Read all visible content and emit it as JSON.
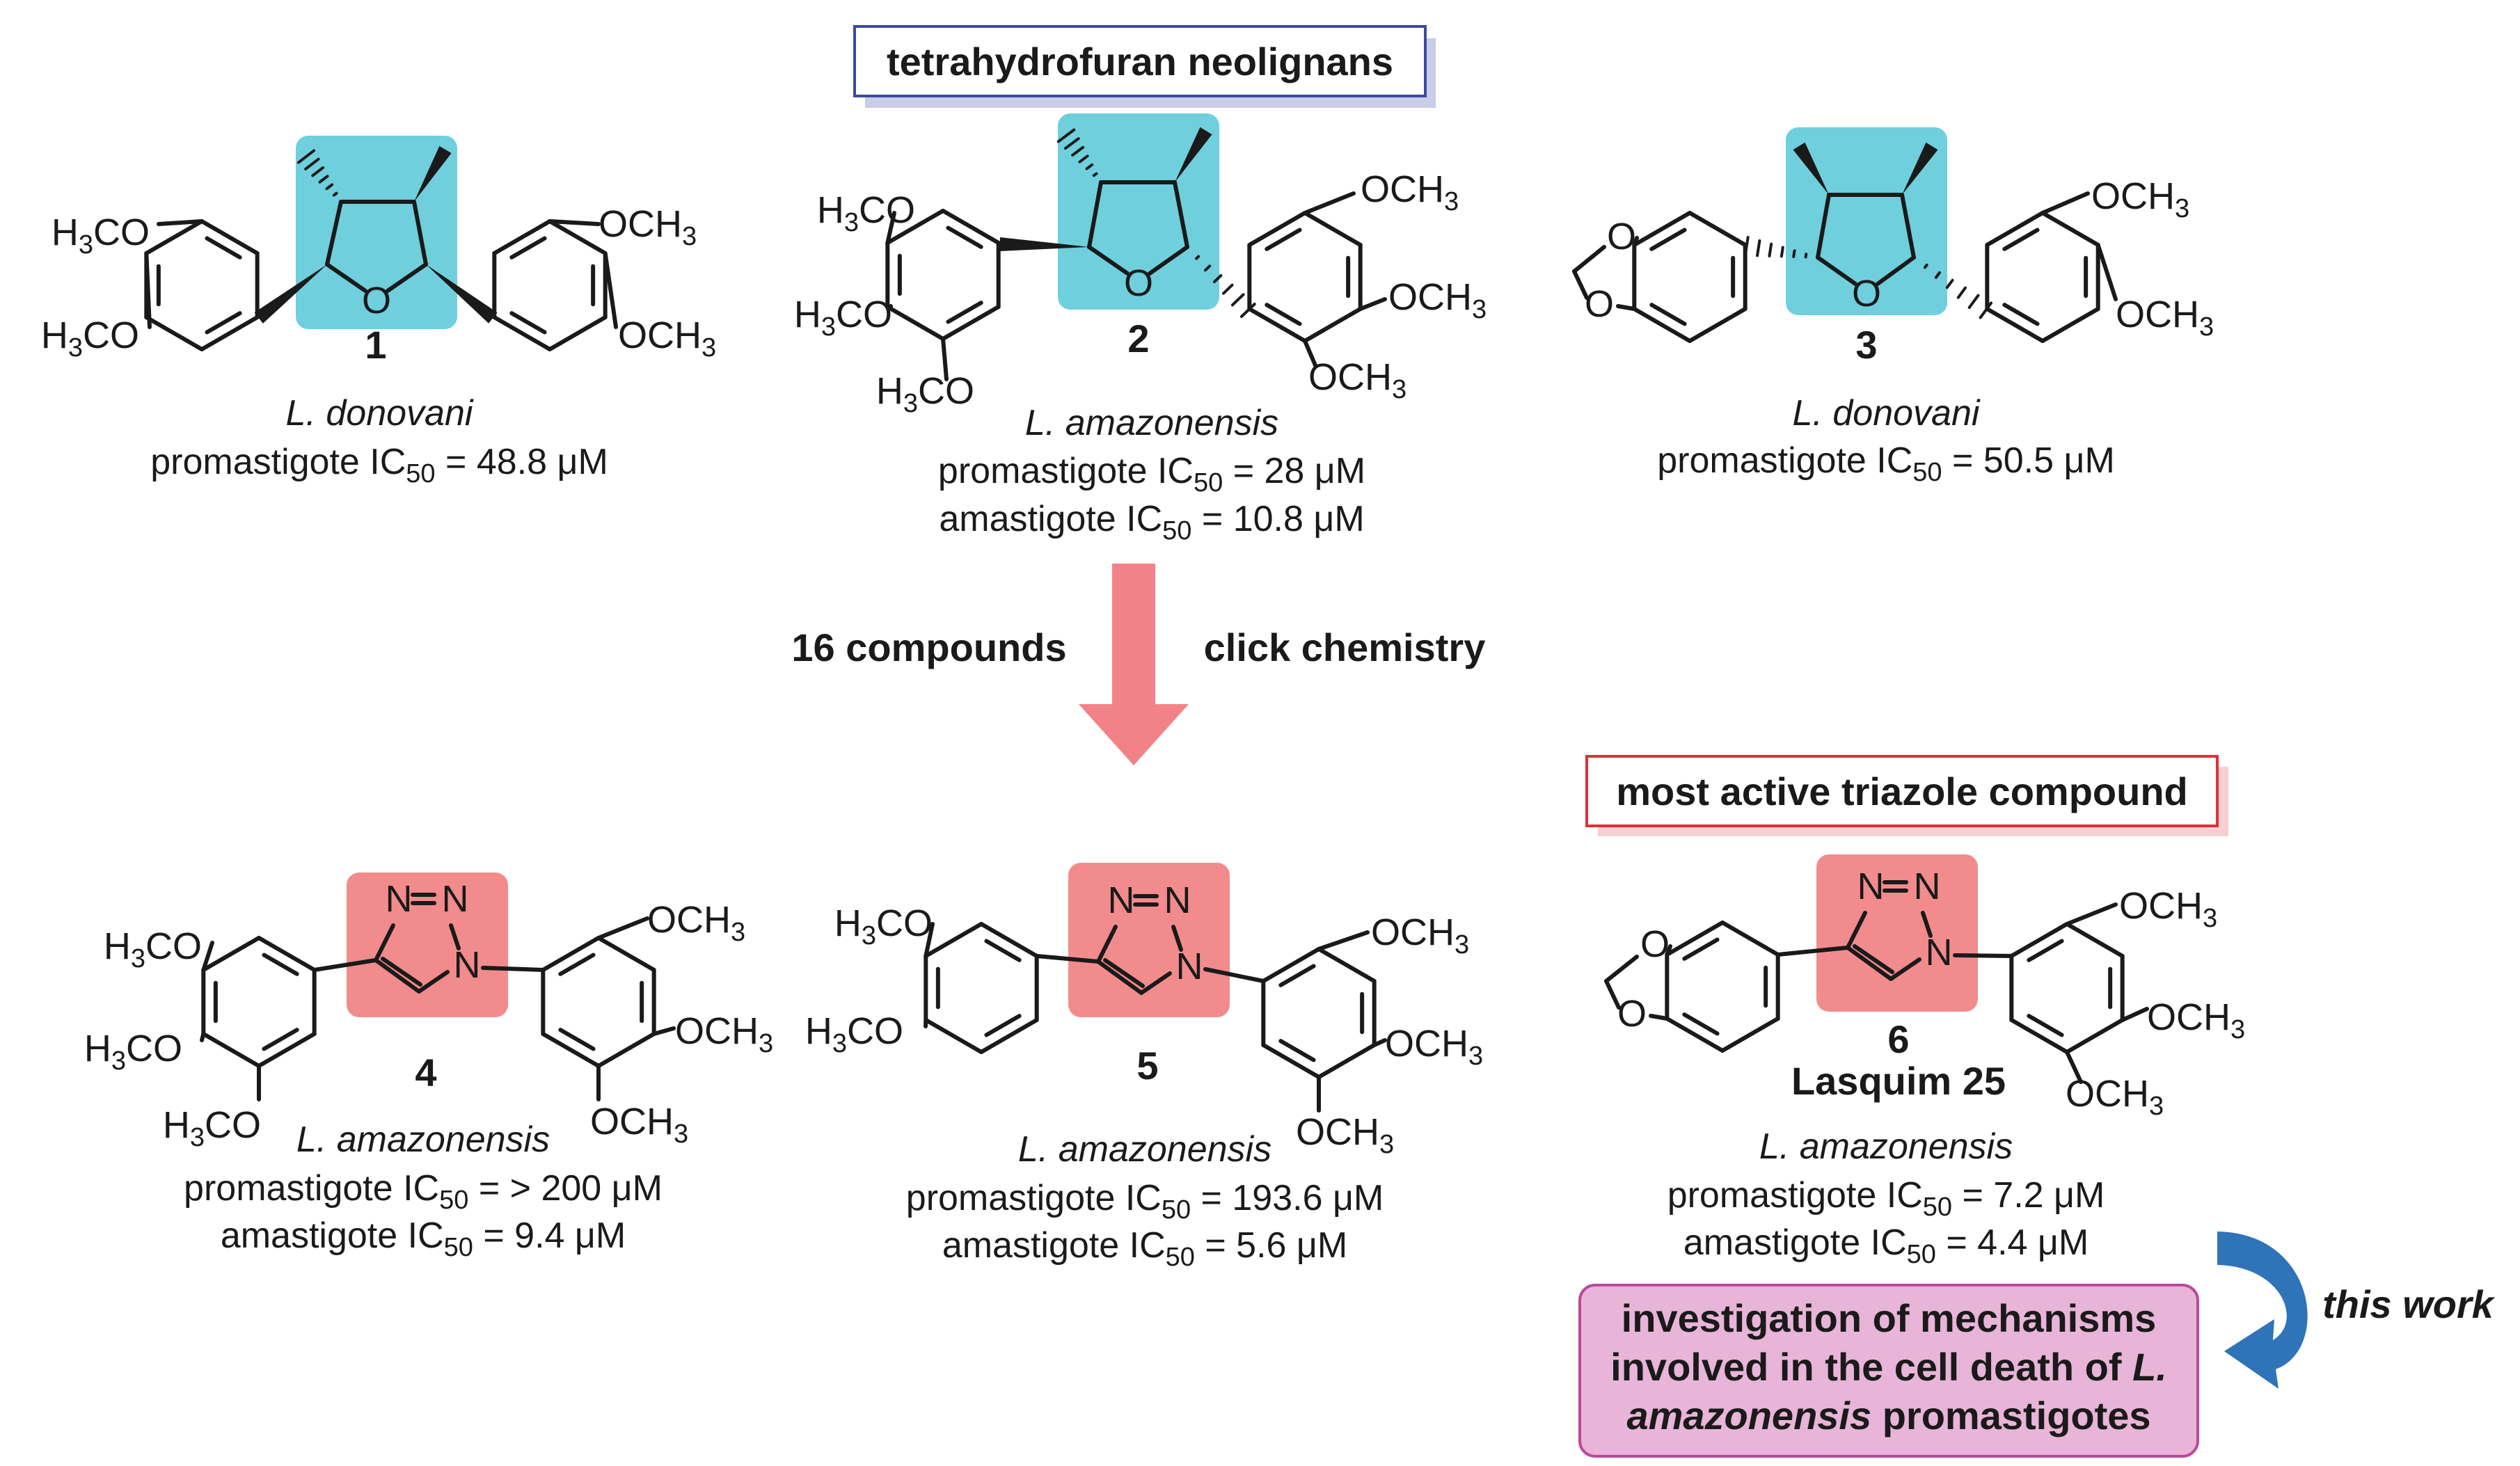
{
  "header": {
    "title": "tetrahydrofuran neolignans"
  },
  "colors": {
    "thf_highlight": "#6fcfdd",
    "triazole_highlight": "#f28b8c",
    "arrow": "#f28287",
    "title_border": "#3c4aa0",
    "active_border": "#e0303a",
    "work_box_fill": "#e8b4d7",
    "work_box_border": "#b84a9b",
    "curve_arrow": "#2f73b8"
  },
  "atoms": {
    "O": "O",
    "N": "N",
    "CH3": "CH",
    "H3C": "H",
    "three": "3",
    "OC": "OC",
    "CO": "CO",
    "ch3_tail": "CH"
  },
  "sub3": "3",
  "ic50_sub": "50",
  "compounds": [
    {
      "id": "1",
      "organism": "L. donovani",
      "lines": [
        {
          "stage": "promastigote IC",
          "value": " = 48.8 μM"
        }
      ]
    },
    {
      "id": "2",
      "organism": "L. amazonensis",
      "lines": [
        {
          "stage": "promastigote IC",
          "value": " = 28 μM"
        },
        {
          "stage": "amastigote IC",
          "value": " = 10.8 μM"
        }
      ]
    },
    {
      "id": "3",
      "organism": "L. donovani",
      "lines": [
        {
          "stage": "promastigote IC",
          "value": " = 50.5 μM"
        }
      ]
    },
    {
      "id": "4",
      "organism": "L. amazonensis",
      "lines": [
        {
          "stage": "promastigote IC",
          "value": " = > 200 μM"
        },
        {
          "stage": "amastigote IC",
          "value": " = 9.4 μM"
        }
      ]
    },
    {
      "id": "5",
      "organism": "L. amazonensis",
      "lines": [
        {
          "stage": "promastigote IC",
          "value": " = 193.6 μM"
        },
        {
          "stage": "amastigote IC",
          "value": " = 5.6 μM"
        }
      ]
    },
    {
      "id": "6",
      "name": "Lasquim 25",
      "organism": "L. amazonensis",
      "lines": [
        {
          "stage": "promastigote IC",
          "value": " = 7.2 μM"
        },
        {
          "stage": "amastigote IC",
          "value": " = 4.4 μM"
        }
      ]
    }
  ],
  "arrow_left": "16 compounds",
  "arrow_right": "click chemistry",
  "active_label": "most active triazole compound",
  "this_work": "this work",
  "work_box": {
    "line1": "investigation of mechanisms",
    "line2_pre": "involved in the cell death of ",
    "line2_it": "L.",
    "line3_it": "amazonensis",
    "line3_post": " promastigotes"
  }
}
